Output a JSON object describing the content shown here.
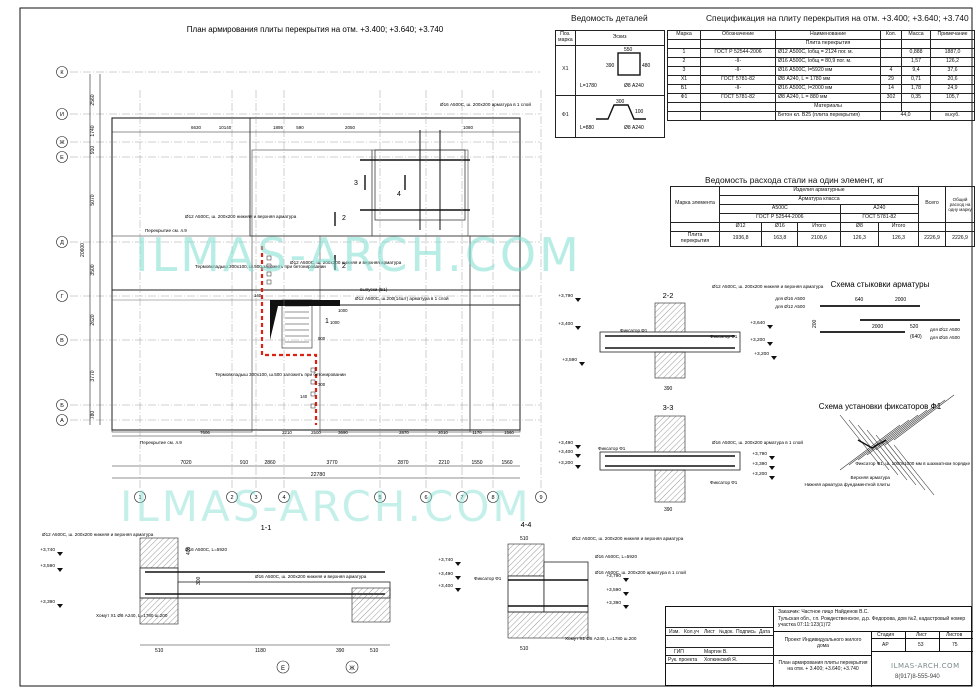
{
  "plan": {
    "title": "План армирования плиты перекрытия на отм. +3.400; +3.640; +3.740",
    "axes_rows": [
      "К",
      "И",
      "Ж",
      "Е",
      "Д",
      "Г",
      "В",
      "Б",
      "А"
    ],
    "axes_cols": [
      "1",
      "2",
      "3",
      "4",
      "5",
      "6",
      "7",
      "8",
      "9"
    ],
    "left_dims": [
      "2560",
      "1740",
      "910",
      "5070",
      "20600",
      "3500",
      "2620",
      "3770",
      "780"
    ],
    "top_dims": [
      "6630",
      "10140",
      "1895",
      "590",
      "2050",
      "1080"
    ],
    "bottom_dims_1": [
      "7606",
      "2210",
      "2500",
      "3690",
      "2870",
      "2010",
      "1170",
      "1560"
    ],
    "bottom_dims_2": [
      "7020",
      "910",
      "2860",
      "3770",
      "2870",
      "2210",
      "1550",
      "1560"
    ],
    "total_dim": "22780",
    "notes": [
      "Ø16 А500С, ш. 200x200 арматура в 1 слой",
      "Ø12 А500С, ш. 200x200 нижняя и верхняя арматура",
      "Перекрытие см. л.9",
      "Термовкладыш 300x100, ш.500 заложить при бетонировании",
      "Ø12 А500С, ш. 200x200 нижняя и верхняя арматура",
      "выпуски (Б1)",
      "Ø12 А500С, ш.200(14шт) арматура в 1 слой",
      "Термовкладыш 300x100, ш.500 заложить при бетонировании",
      "Перекрытие см. л.9"
    ],
    "sec_marks": [
      "1",
      "2",
      "3",
      "4"
    ],
    "small_dims": [
      "140",
      "1000",
      "1000",
      "500",
      "140",
      "300"
    ]
  },
  "details": {
    "title": "Ведомость деталей",
    "headers": [
      "Поз. марка",
      "Эскиз"
    ],
    "rows": [
      {
        "mark": "Х1",
        "length": "L=1780",
        "steel": "Ø8 А240",
        "dims": [
          "550",
          "480",
          "390"
        ]
      },
      {
        "mark": "Ф1",
        "length": "L=880",
        "steel": "Ø8 А240",
        "dims": [
          "300",
          "100"
        ]
      }
    ]
  },
  "spec": {
    "title": "Спецификация на плиту перекрытия на отм. +3.400; +3.640; +3.740",
    "headers": [
      "Марка",
      "Обозначение",
      "Наименование",
      "Кол.",
      "Масса",
      "Примечание"
    ],
    "section1": "Плита перекрытия",
    "rows": [
      [
        "1",
        "ГОСТ Р 52544-2006",
        "Ø12 А500С, lобщ = 2124 пог. м.",
        "",
        "0,888",
        "1887,0"
      ],
      [
        "2",
        "-II-",
        "Ø16 А500С, lобщ = 80,9 пог. м.",
        "",
        "1,57",
        "126,2"
      ],
      [
        "3",
        "-II-",
        "Ø16 А500С, l=5920 мм",
        "4",
        "9,4",
        "37,6"
      ],
      [
        "Х1",
        "ГОСТ 5781-82",
        "Ø8 А240,   L = 1780 мм",
        "29",
        "0,71",
        "20,6"
      ],
      [
        "Б1",
        "-II-",
        "Ø16 А500С, l=2000 мм",
        "14",
        "1,78",
        "24,9"
      ],
      [
        "Ф1",
        "ГОСТ 5781-82",
        "Ø8 А240,   L = 880 мм",
        "302",
        "0,35",
        "105,7"
      ]
    ],
    "section2": "Материалы",
    "material": [
      "Бетон кл. В25 (плита перекрытия)",
      "44,0",
      "м.куб."
    ]
  },
  "steel": {
    "title": "Ведомость расхода стали на один элемент, кг",
    "h_products": "Изделия арматурные",
    "h_class": "Арматура класса",
    "h_mark": "Марка элемента",
    "h_total": "Всего",
    "h_general": "Общий расход на одну марку",
    "class_a": "А500С",
    "class_b": "А240",
    "gost_a": "ГОСТ Р 52544-2006",
    "gost_b": "ГОСТ 5781-82",
    "cols": [
      "Ø12",
      "Ø16",
      "Итого",
      "Ø8",
      "Итого"
    ],
    "row": [
      "Плита перекрытия",
      "1936,8",
      "163,8",
      "2100,6",
      "126,3",
      "126,3",
      "2226,9",
      "2226,9"
    ]
  },
  "joint": {
    "title": "Схема стыковки арматуры",
    "dims": [
      "640",
      "2000",
      "200",
      "2000",
      "520",
      "(640)"
    ],
    "labels": [
      "для Ø16 А500",
      "для Ø12 А500",
      "для Ø12 А500",
      "для Ø16 А500"
    ]
  },
  "fixators": {
    "title": "Схема установки фиксаторов Ф1",
    "labels": [
      "Фиксатор Ф1, ш. 1000x1000 мм в шахматном порядке",
      "Верхняя арматура",
      "Нижняя арматура фундаментной плиты"
    ]
  },
  "sections": {
    "s11": {
      "title": "1-1",
      "levels": [
        "+3,740",
        "+3,590",
        "+3,390"
      ],
      "dims": [
        "510",
        "1180",
        "390",
        "510"
      ],
      "notes": [
        "Ø12 А500С, ш. 200x200 нижняя и верхняя арматура",
        "Ø16 А500С, L=5920",
        "Ø16 А500С, ш. 200x200 нижняя и верхняя арматура",
        "Хомут Х1 Ø8 А240, L=1780 ш.200"
      ],
      "axes": [
        "Е",
        "Ж"
      ],
      "hdims": [
        "300",
        "400"
      ]
    },
    "s22": {
      "title": "2-2",
      "levels": [
        "+3,790",
        "+3,400",
        "+3,640",
        "+3,200",
        "+3,590",
        "+3,200"
      ],
      "notes": [
        "Ø12 А500С, ш. 200x200 нижняя и верхняя арматура",
        "Фиксатор Ф1",
        "Фиксатор Ф1"
      ],
      "dims": [
        "390"
      ]
    },
    "s33": {
      "title": "3-3",
      "levels": [
        "+3,490",
        "+3,400",
        "+3,200",
        "+3,790",
        "+3,390",
        "+3,200"
      ],
      "notes": [
        "Фиксатор Ф1",
        "Ø16 А500С, ш. 200x200 арматура в 1 слой",
        "Фиксатор Ф1"
      ],
      "dims": [
        "390"
      ]
    },
    "s44": {
      "title": "4-4",
      "levels": [
        "+3,740",
        "+3,490",
        "+3,400",
        "+3,790",
        "+3,590",
        "+3,390"
      ],
      "dims": [
        "510",
        "510"
      ],
      "notes": [
        "Ø12 А500С, ш. 200x200 нижняя и верхняя арматура",
        "Ø16 А500С, L=5920",
        "Ø16 А500С, ш. 200x200 арматура в 1 слой",
        "Фиксатор Ф1",
        "Хомут Х1 Ø8 А240, L=1780 ш.200"
      ]
    }
  },
  "stamp": {
    "customer": "Заказчик: Частное лицо Найденов В.С.",
    "address": "Тульская обл., г.п. Рождественское, д.р. Федорова, дом №2, кадастровый номер участка 07:11:123(1)72",
    "project": "Проект Индивидуального жилого дома",
    "sheet_title": "План армирования плиты перекрытия на отм. + 3.400; +3.640; +3.740",
    "stage_h": [
      "Стадия",
      "Лист",
      "Листов"
    ],
    "stage_v": [
      "АР",
      "53",
      "75"
    ],
    "roles": [
      [
        "ГИП",
        "Мартин В."
      ],
      [
        "Рук. проекта",
        "Хопкинский Я."
      ]
    ],
    "rev_cols": [
      "Изм.",
      "Кол.уч",
      "Лист",
      "№док.",
      "Подпись",
      "Дата"
    ],
    "brand": "ILMAS-ARCH.COM",
    "phone": "8(917)8-555-940"
  },
  "watermark": "ILMAS-ARCH.COM"
}
